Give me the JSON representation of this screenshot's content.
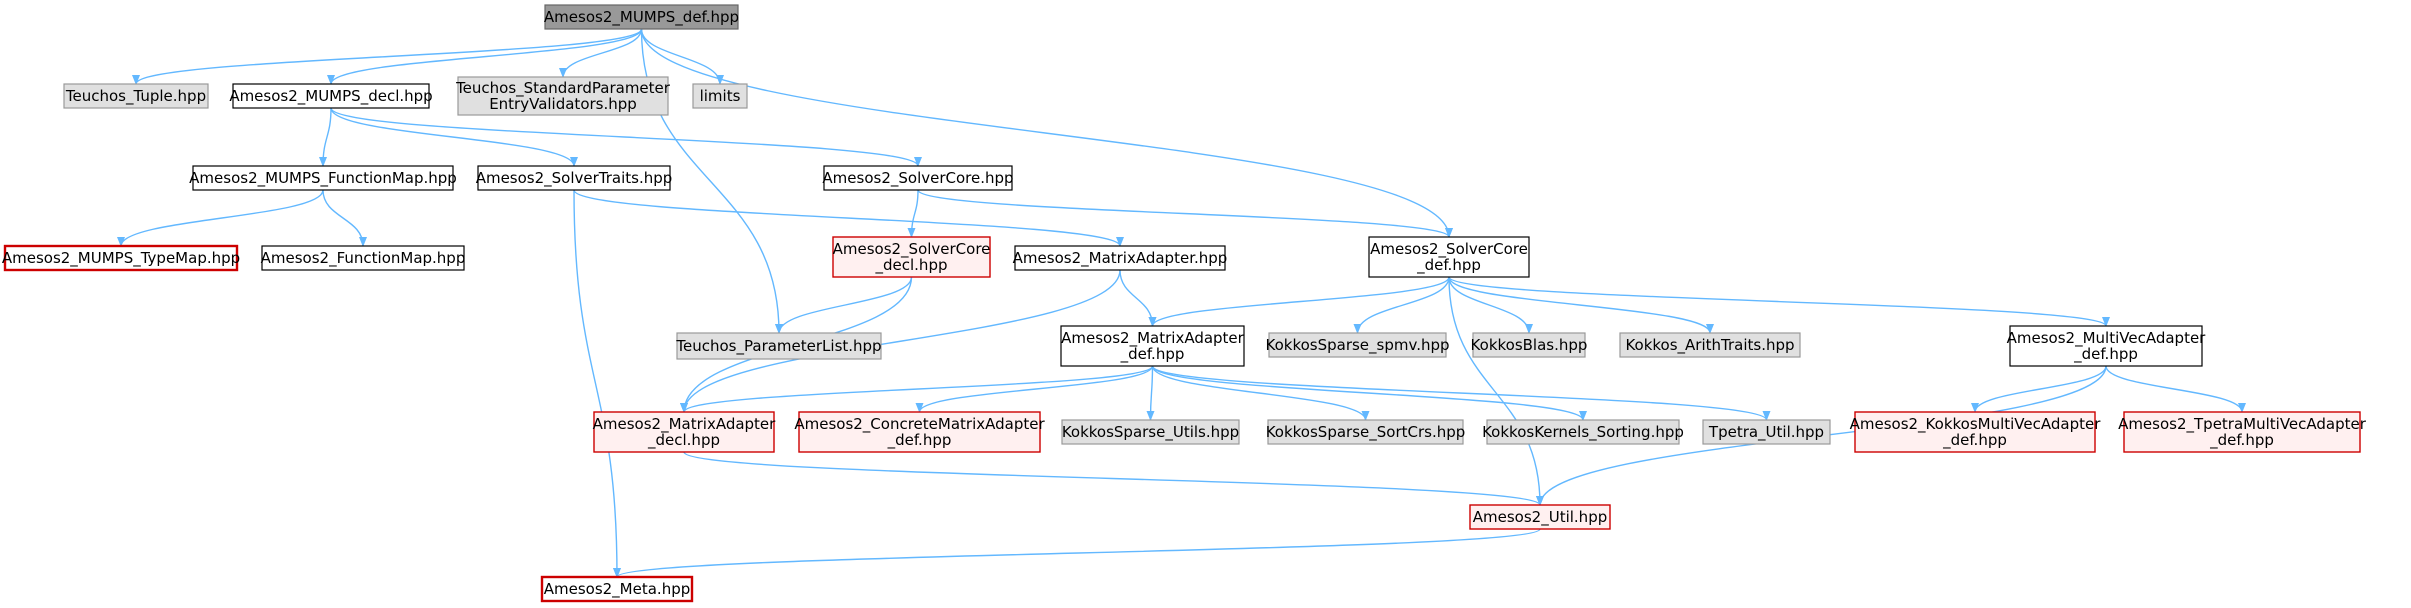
{
  "colors": {
    "edge": "#63b8ff",
    "root_fill": "#999999",
    "root_border": "#666666",
    "node_fill": "#ffffff",
    "node_border": "#000000",
    "external_fill": "#e0e0e0",
    "external_border": "#999999",
    "truncated_fill": "#fff0f0",
    "truncated_border": "#cc0000",
    "leaf_red_fill": "#ffffff",
    "leaf_red_border": "#cc0000"
  },
  "nodes": [
    {
      "id": "root",
      "style": "root",
      "lines": [
        "Amesos2_MUMPS_def.hpp"
      ]
    },
    {
      "id": "tuple",
      "style": "external",
      "lines": [
        "Teuchos_Tuple.hpp"
      ]
    },
    {
      "id": "mumps_decl",
      "style": "normal",
      "lines": [
        "Amesos2_MUMPS_decl.hpp"
      ]
    },
    {
      "id": "stdparam",
      "style": "external",
      "lines": [
        "Teuchos_StandardParameter",
        "EntryValidators.hpp"
      ]
    },
    {
      "id": "limits",
      "style": "external",
      "lines": [
        "limits"
      ]
    },
    {
      "id": "mumps_fmap",
      "style": "normal",
      "lines": [
        "Amesos2_MUMPS_FunctionMap.hpp"
      ]
    },
    {
      "id": "solvertraits",
      "style": "normal",
      "lines": [
        "Amesos2_SolverTraits.hpp"
      ]
    },
    {
      "id": "solvercore",
      "style": "normal",
      "lines": [
        "Amesos2_SolverCore.hpp"
      ]
    },
    {
      "id": "mumps_tmap",
      "style": "leafred",
      "lines": [
        "Amesos2_MUMPS_TypeMap.hpp"
      ]
    },
    {
      "id": "fmap",
      "style": "normal",
      "lines": [
        "Amesos2_FunctionMap.hpp"
      ]
    },
    {
      "id": "sc_decl",
      "style": "truncated",
      "lines": [
        "Amesos2_SolverCore",
        "_decl.hpp"
      ]
    },
    {
      "id": "matadapter",
      "style": "normal",
      "lines": [
        "Amesos2_MatrixAdapter.hpp"
      ]
    },
    {
      "id": "sc_def",
      "style": "normal",
      "lines": [
        "Amesos2_SolverCore",
        "_def.hpp"
      ]
    },
    {
      "id": "paramlist",
      "style": "external",
      "lines": [
        "Teuchos_ParameterList.hpp"
      ]
    },
    {
      "id": "ma_def",
      "style": "normal",
      "lines": [
        "Amesos2_MatrixAdapter",
        "_def.hpp"
      ]
    },
    {
      "id": "spmv",
      "style": "external",
      "lines": [
        "KokkosSparse_spmv.hpp"
      ]
    },
    {
      "id": "blas",
      "style": "external",
      "lines": [
        "KokkosBlas.hpp"
      ]
    },
    {
      "id": "arith",
      "style": "external",
      "lines": [
        "Kokkos_ArithTraits.hpp"
      ]
    },
    {
      "id": "mva_def",
      "style": "normal",
      "lines": [
        "Amesos2_MultiVecAdapter",
        "_def.hpp"
      ]
    },
    {
      "id": "ma_decl",
      "style": "truncated",
      "lines": [
        "Amesos2_MatrixAdapter",
        "_decl.hpp"
      ]
    },
    {
      "id": "cma_def",
      "style": "truncated",
      "lines": [
        "Amesos2_ConcreteMatrixAdapter",
        "_def.hpp"
      ]
    },
    {
      "id": "ks_utils",
      "style": "external",
      "lines": [
        "KokkosSparse_Utils.hpp"
      ]
    },
    {
      "id": "ks_sortcrs",
      "style": "external",
      "lines": [
        "KokkosSparse_SortCrs.hpp"
      ]
    },
    {
      "id": "kk_sorting",
      "style": "external",
      "lines": [
        "KokkosKernels_Sorting.hpp"
      ]
    },
    {
      "id": "tpetra_util",
      "style": "external",
      "lines": [
        "Tpetra_Util.hpp"
      ]
    },
    {
      "id": "kmva_def",
      "style": "truncated",
      "lines": [
        "Amesos2_KokkosMultiVecAdapter",
        "_def.hpp"
      ]
    },
    {
      "id": "tmva_def",
      "style": "truncated",
      "lines": [
        "Amesos2_TpetraMultiVecAdapter",
        "_def.hpp"
      ]
    },
    {
      "id": "util",
      "style": "truncated",
      "lines": [
        "Amesos2_Util.hpp"
      ]
    },
    {
      "id": "meta",
      "style": "leafred",
      "lines": [
        "Amesos2_Meta.hpp"
      ]
    }
  ],
  "edges": [
    [
      "root",
      "tuple"
    ],
    [
      "root",
      "mumps_decl"
    ],
    [
      "root",
      "stdparam"
    ],
    [
      "root",
      "limits"
    ],
    [
      "root",
      "paramlist"
    ],
    [
      "root",
      "sc_def"
    ],
    [
      "mumps_decl",
      "mumps_fmap"
    ],
    [
      "mumps_decl",
      "solvertraits"
    ],
    [
      "mumps_decl",
      "solvercore"
    ],
    [
      "mumps_fmap",
      "mumps_tmap"
    ],
    [
      "mumps_fmap",
      "fmap"
    ],
    [
      "solvertraits",
      "meta"
    ],
    [
      "solvertraits",
      "matadapter"
    ],
    [
      "solvercore",
      "sc_decl"
    ],
    [
      "solvercore",
      "sc_def"
    ],
    [
      "sc_decl",
      "paramlist"
    ],
    [
      "sc_decl",
      "ma_decl"
    ],
    [
      "matadapter",
      "ma_def"
    ],
    [
      "matadapter",
      "ma_decl"
    ],
    [
      "sc_def",
      "ma_def"
    ],
    [
      "sc_def",
      "spmv"
    ],
    [
      "sc_def",
      "blas"
    ],
    [
      "sc_def",
      "arith"
    ],
    [
      "sc_def",
      "mva_def"
    ],
    [
      "sc_def",
      "util"
    ],
    [
      "ma_def",
      "ma_decl"
    ],
    [
      "ma_def",
      "cma_def"
    ],
    [
      "ma_def",
      "ks_utils"
    ],
    [
      "ma_def",
      "ks_sortcrs"
    ],
    [
      "ma_def",
      "kk_sorting"
    ],
    [
      "ma_def",
      "tpetra_util"
    ],
    [
      "mva_def",
      "kmva_def"
    ],
    [
      "mva_def",
      "tmva_def"
    ],
    [
      "mva_def",
      "util"
    ],
    [
      "ma_decl",
      "util"
    ],
    [
      "util",
      "meta"
    ]
  ]
}
